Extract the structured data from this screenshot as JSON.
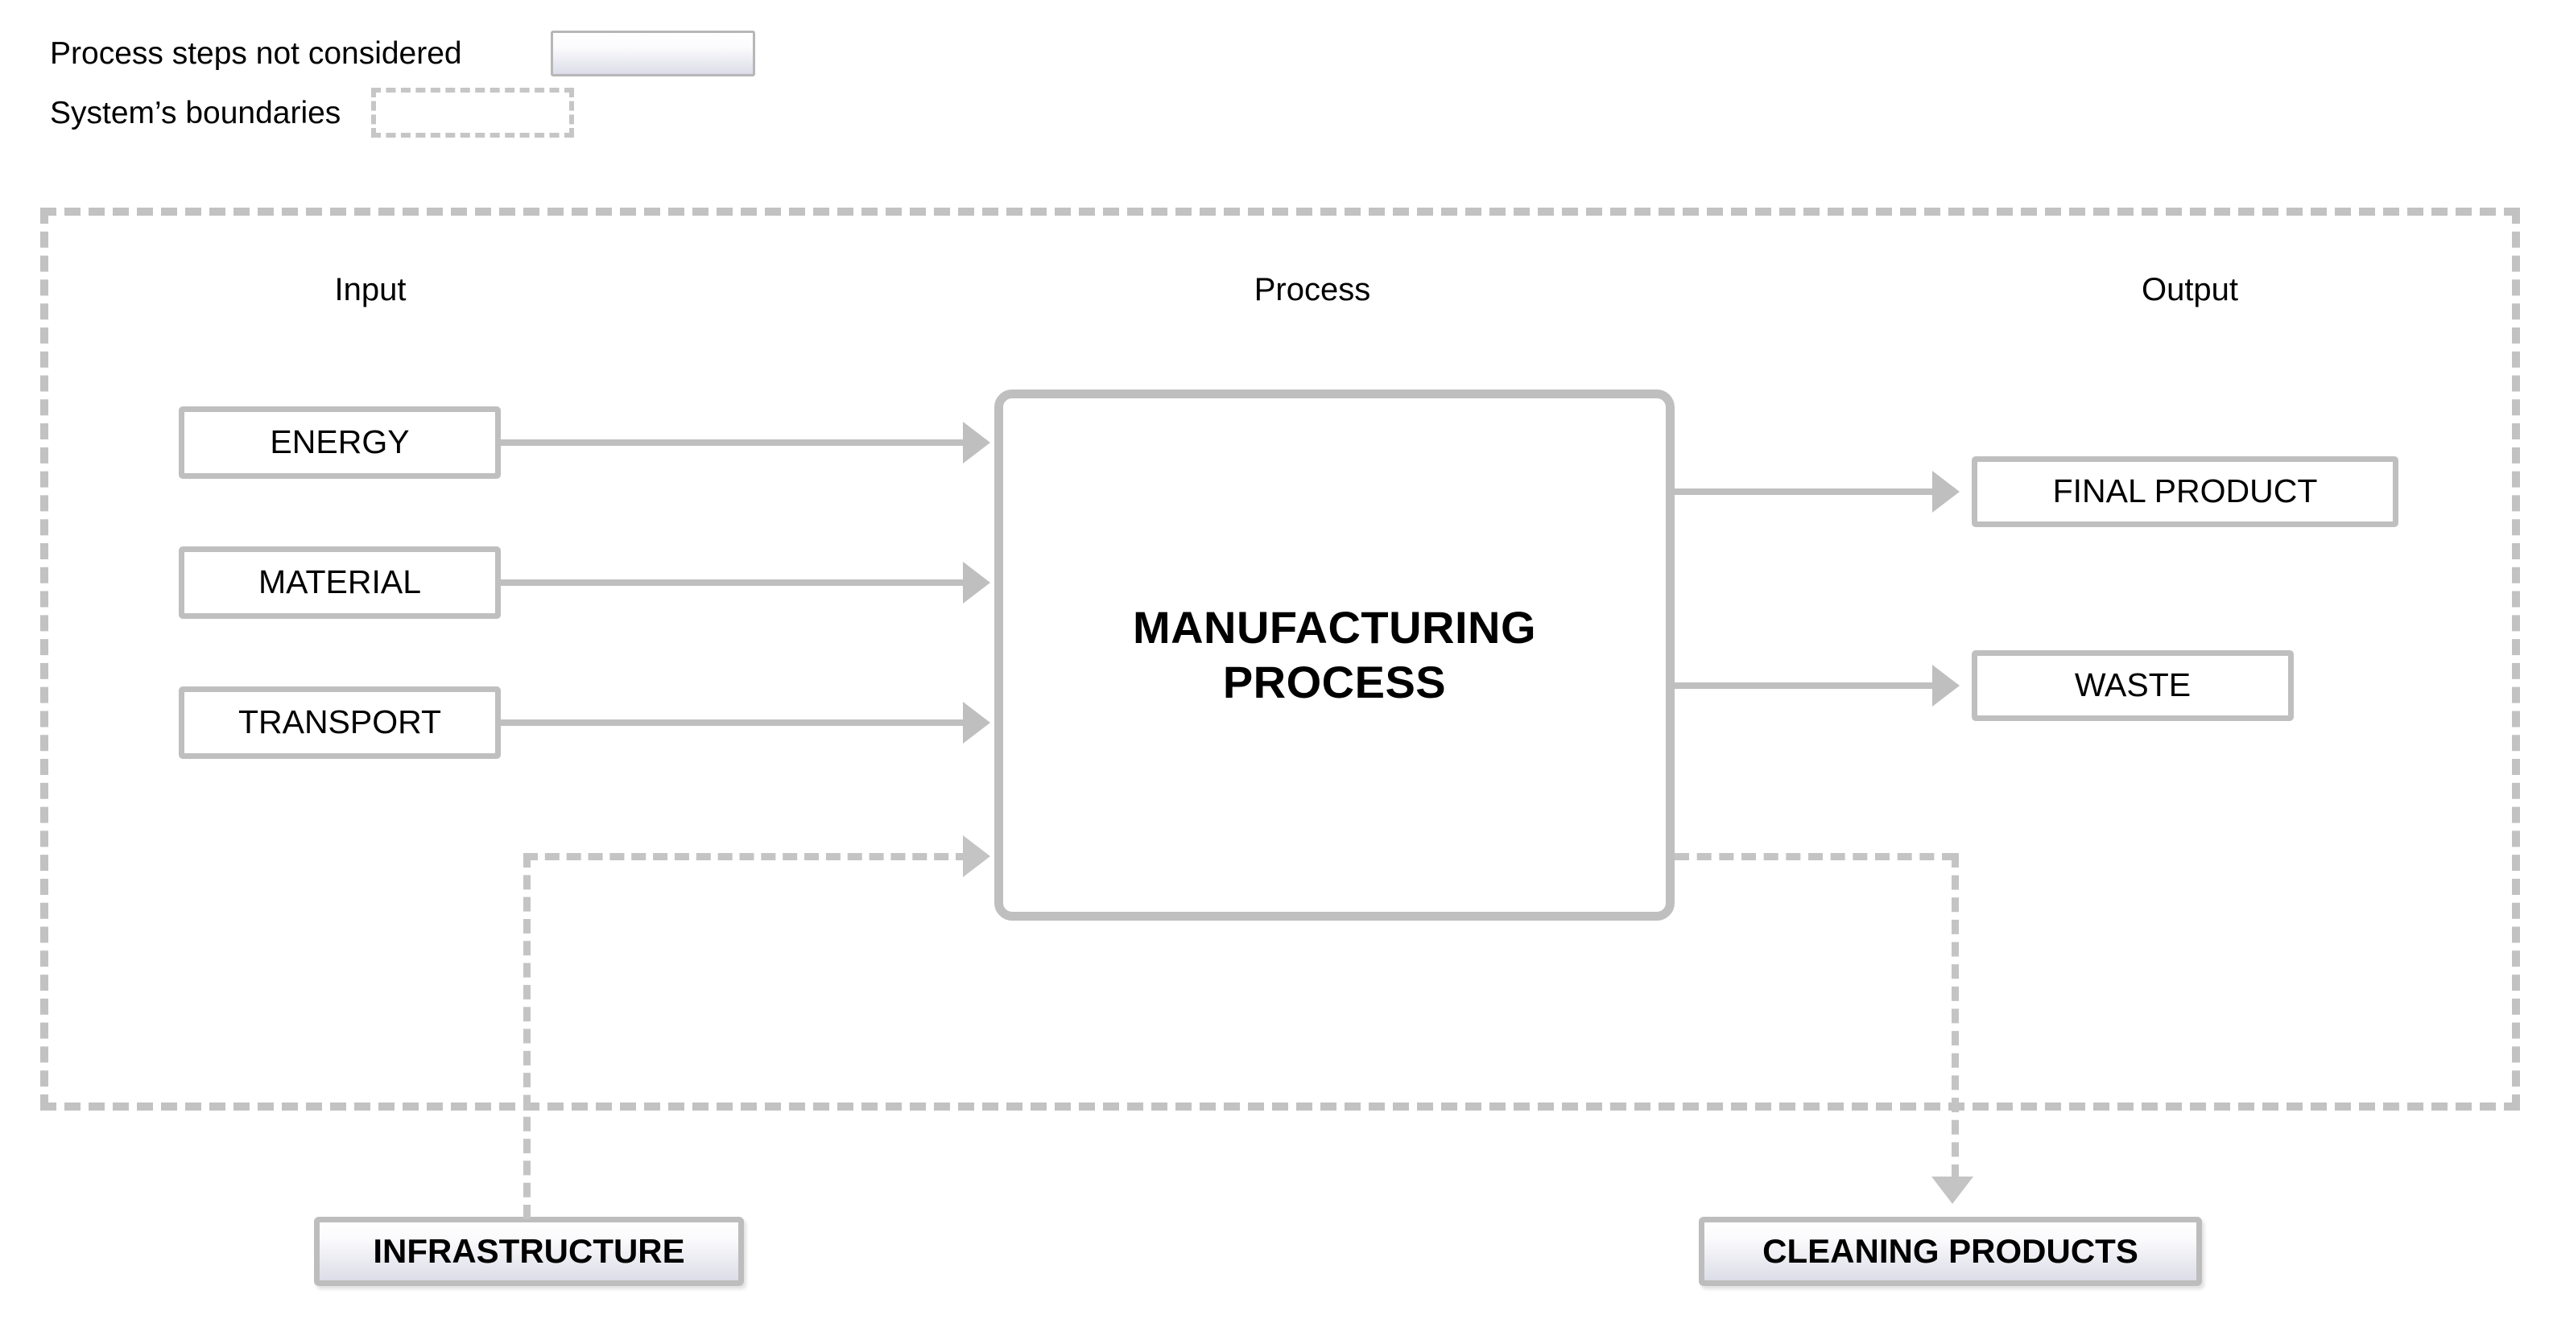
{
  "legend": {
    "items": [
      {
        "label": "Process steps not considered",
        "swatch": "solid-gradient-box"
      },
      {
        "label": "System’s boundaries",
        "swatch": "dashed-box"
      }
    ]
  },
  "columns": {
    "input": "Input",
    "process": "Process",
    "output": "Output"
  },
  "nodes": {
    "inputs": [
      {
        "label": "ENERGY"
      },
      {
        "label": "MATERIAL"
      },
      {
        "label": "TRANSPORT"
      }
    ],
    "process": {
      "line1": "MANUFACTURING",
      "line2": "PROCESS"
    },
    "outputs": [
      {
        "label": "FINAL PRODUCT"
      },
      {
        "label": "WASTE"
      }
    ],
    "excluded": [
      {
        "label": "INFRASTRUCTURE"
      },
      {
        "label": "CLEANING PRODUCTS"
      }
    ]
  },
  "colors": {
    "line_gray": "#bfbfbf",
    "dash_gray": "#c4c4c4",
    "boundary_gray": "#c2c2c2",
    "text_black": "#000000",
    "excluded_fill_top": "#ffffff",
    "excluded_fill_bottom": "#dcdde7"
  }
}
